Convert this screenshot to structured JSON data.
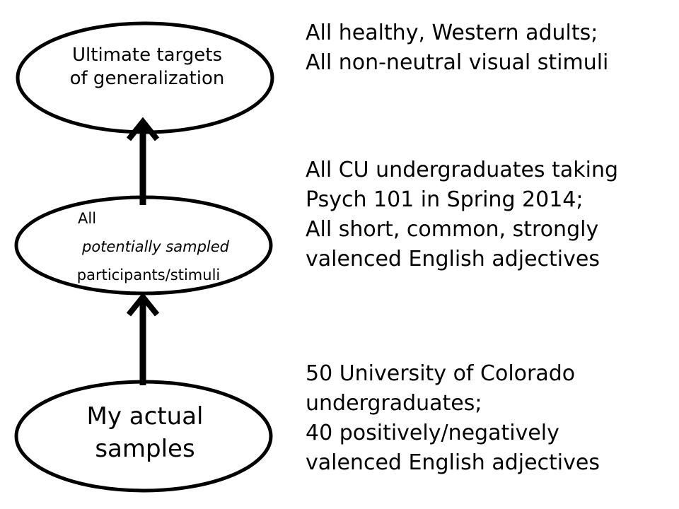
{
  "nodes": {
    "top": {
      "label": "Ultimate targets\nof generalization"
    },
    "middle": {
      "line_1": "All",
      "line_2": "potentially sampled",
      "line_3": "participants/stimuli"
    },
    "bottom": {
      "label": "My actual\nsamples"
    }
  },
  "descriptions": {
    "top": "All healthy, Western adults;\nAll non-neutral visual stimuli",
    "middle": "All CU undergraduates taking\nPsych 101 in Spring 2014;\nAll short, common, strongly\nvalenced English adjectives",
    "bottom": "50 University of Colorado\nundergraduates;\n40 positively/negatively\nvalenced English adjectives"
  },
  "colors": {
    "stroke": "#000000",
    "background": "#ffffff"
  },
  "arrows": {
    "style": "thick upward arrows connecting ellipses"
  }
}
